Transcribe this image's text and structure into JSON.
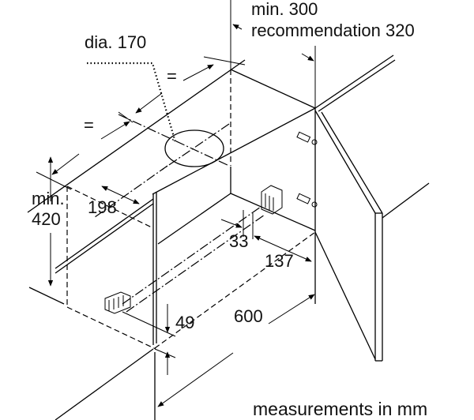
{
  "diagram": {
    "labels": {
      "min_depth": "min. 300",
      "recommendation": "recommendation 320",
      "duct_diameter": "dia. 170",
      "equal_1": "=",
      "equal_2": "=",
      "min_height_1": "min.",
      "min_height_2": "420",
      "dim_198": "198",
      "dim_33": "33",
      "dim_137": "137",
      "dim_49": "49",
      "dim_600": "600",
      "units_note": "measurements in mm"
    }
  }
}
